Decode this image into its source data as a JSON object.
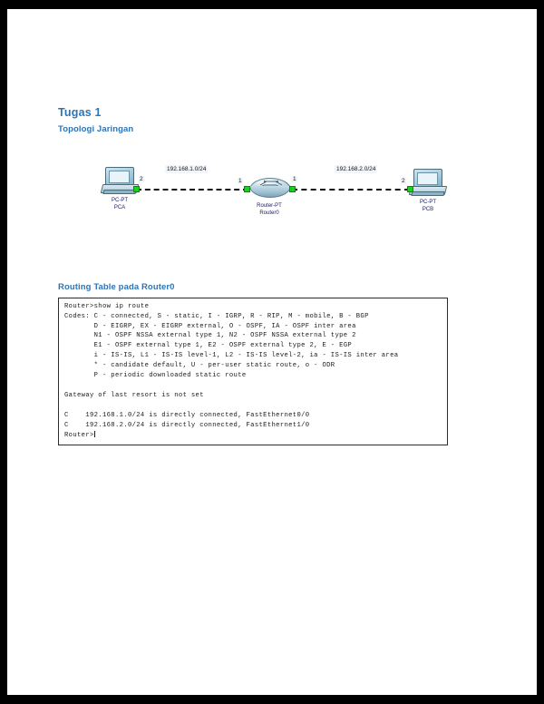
{
  "document": {
    "page_background": "#ffffff",
    "viewer_background": "#000000",
    "heading_color": "#2E74B5"
  },
  "sections": {
    "task_title": "Tugas 1",
    "topology_heading": "Topologi Jaringan",
    "routing_table_heading": "Routing Table pada Router0"
  },
  "topology": {
    "nodes": [
      {
        "id": "pc-a",
        "icon": "pc-icon",
        "model": "PC-PT",
        "name": "PCA"
      },
      {
        "id": "router-0",
        "icon": "router-icon",
        "model": "Router-PT",
        "name": "Router0"
      },
      {
        "id": "pc-b",
        "icon": "pc-icon",
        "model": "PC-PT",
        "name": "PCB"
      }
    ],
    "network_labels": [
      "192.168.1.0/24",
      "192.168.2.0/24"
    ],
    "port_labels": {
      "pca_port": "2",
      "router_left_port": "1",
      "router_right_port": "1",
      "pcb_port": "2"
    },
    "link_status_color": "#19d219"
  },
  "terminal": {
    "lines": [
      "Router>show ip route",
      "Codes: C - connected, S - static, I - IGRP, R - RIP, M - mobile, B - BGP",
      "       D - EIGRP, EX - EIGRP external, O - OSPF, IA - OSPF inter area",
      "       N1 - OSPF NSSA external type 1, N2 - OSPF NSSA external type 2",
      "       E1 - OSPF external type 1, E2 - OSPF external type 2, E - EGP",
      "       i - IS-IS, L1 - IS-IS level-1, L2 - IS-IS level-2, ia - IS-IS inter area",
      "       * - candidate default, U - per-user static route, o - ODR",
      "       P - periodic downloaded static route",
      "",
      "Gateway of last resort is not set",
      "",
      "C    192.168.1.0/24 is directly connected, FastEthernet0/0",
      "C    192.168.2.0/24 is directly connected, FastEthernet1/0"
    ],
    "prompt": "Router>"
  }
}
